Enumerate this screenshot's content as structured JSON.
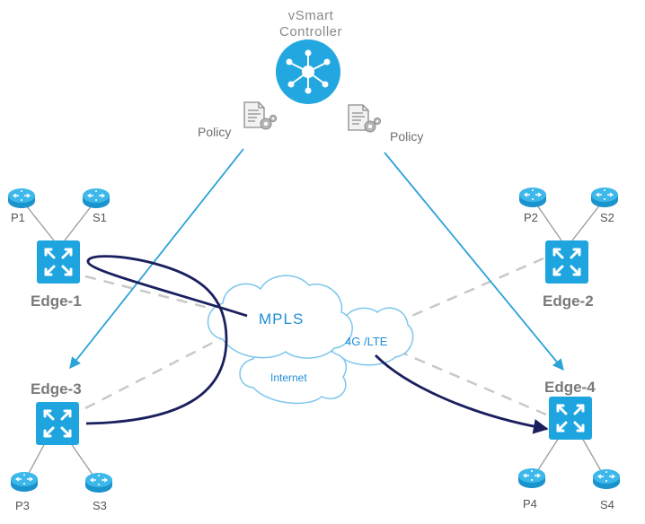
{
  "controller": {
    "label_line1": "vSmart",
    "label_line2": "Controller",
    "icon": "hub-network-icon"
  },
  "policies": [
    {
      "label": "Policy",
      "icon": "policy-document-gear-icon"
    },
    {
      "label": "Policy",
      "icon": "policy-document-gear-icon"
    }
  ],
  "edges": [
    {
      "label": "Edge-1",
      "hosts": [
        "P1",
        "S1"
      ]
    },
    {
      "label": "Edge-2",
      "hosts": [
        "P2",
        "S2"
      ]
    },
    {
      "label": "Edge-3",
      "hosts": [
        "P3",
        "S3"
      ]
    },
    {
      "label": "Edge-4",
      "hosts": [
        "P4",
        "S4"
      ]
    }
  ],
  "clouds": {
    "mpls": "MPLS",
    "lte": "4G /LTE",
    "internet": "Internet"
  },
  "colors": {
    "accent_blue": "#22a7e0",
    "link_blue": "#2aa3d8",
    "cloud_stroke": "#7cc6ea",
    "dashed_gray": "#c8c8c8",
    "traffic_navy": "#1a1f5e"
  }
}
